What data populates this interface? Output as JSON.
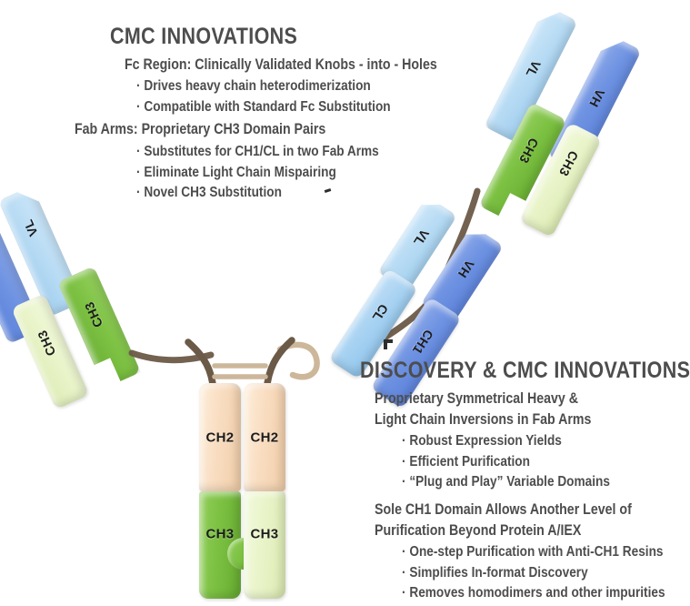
{
  "figure": {
    "kind": "antibody-format-schematic",
    "palette": {
      "vh_blue": "#6f93e2",
      "vl_blue": "#b9dcf4",
      "cl_blue": "#a9d3f2",
      "ch1_blue": "#6f93e2",
      "ch3_dark_green": "#7cc142",
      "ch3_light_green": "#e9f4c9",
      "ch2_peach": "#f9ddc1",
      "hinge_brown": "#6b5a47",
      "disulfide_tan": "#cdb79a",
      "text_gray": "#4d4d4d",
      "label_black": "#1c1c1c",
      "background": "#ffffff"
    }
  },
  "panels": {
    "cmc": {
      "title": "CMC INNOVATIONS",
      "sections": [
        {
          "heading": "Fc Region: Clinically Validated Knobs - into - Holes",
          "bullets": [
            "Drives heavy chain heterodimerization",
            "Compatible with Standard Fc Substitution"
          ]
        },
        {
          "heading": "Fab Arms: Proprietary CH3 Domain Pairs",
          "bullets": [
            "Substitutes for CH1/CL in two Fab Arms",
            "Eliminate Light Chain Mispairing",
            "Novel CH3 Substitution"
          ]
        }
      ]
    },
    "discovery": {
      "title": "DISCOVERY & CMC INNOVATIONS",
      "sections": [
        {
          "heading_line1": "Proprietary Symmetrical Heavy &",
          "heading_line2": "Light Chain Inversions in Fab Arms",
          "bullets": [
            "Robust Expression Yields",
            "Efficient Purification",
            "“Plug and Play” Variable Domains"
          ]
        },
        {
          "heading_line1": "Sole CH1 Domain Allows Another Level of",
          "heading_line2": "Purification Beyond Protein A/IEX",
          "bullets": [
            "One-step Purification with Anti-CH1 Resins",
            "Simplifies In-format Discovery",
            "Removes homodimers and other impurities"
          ]
        }
      ]
    }
  },
  "diagram": {
    "bullet_glyph": "·",
    "arms": {
      "upper_left": {
        "name": "upper-left-fab-arm",
        "domains": [
          "VL",
          "VH",
          "CH3",
          "CH3"
        ]
      },
      "upper_right": {
        "name": "upper-right-fab-arm",
        "domains": [
          "VL",
          "VH",
          "CH3",
          "CH3"
        ]
      },
      "middle_right": {
        "name": "middle-right-fab-arm",
        "domains": [
          "VL",
          "VH",
          "CL",
          "CH1"
        ]
      }
    },
    "fc": {
      "name": "fc-region",
      "left_chain": [
        "CH2",
        "CH3"
      ],
      "right_chain": [
        "CH2",
        "CH3"
      ],
      "knob_hole": "knob-into-hole"
    },
    "labels": {
      "VL": "VL",
      "VH": "VH",
      "CL": "CL",
      "CH1": "CH1",
      "CH2": "CH2",
      "CH3": "CH3"
    }
  }
}
